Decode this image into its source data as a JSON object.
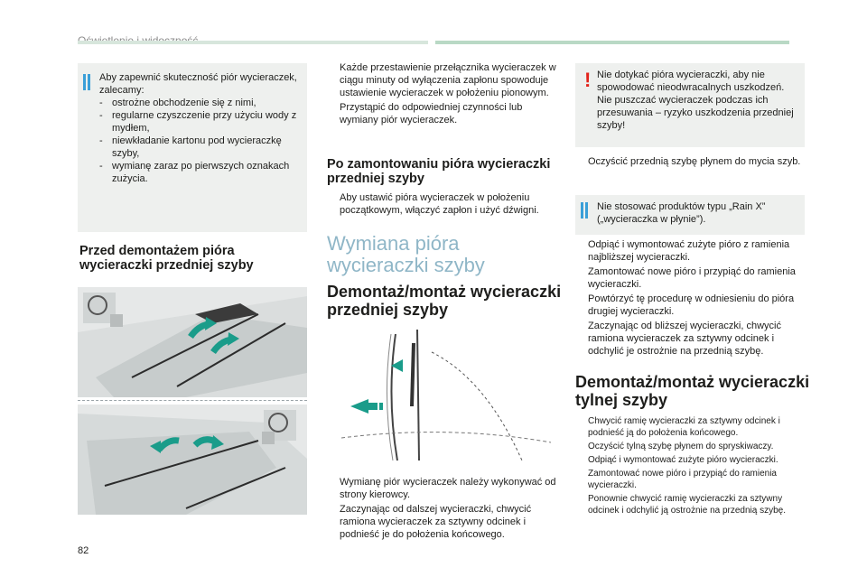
{
  "header": {
    "title": "Oświetlenie i widoczność",
    "accent": "#b9d9c5"
  },
  "page_number": "82",
  "tips_box": {
    "intro": "Aby zapewnić skuteczność piór wycieraczek, zalecamy:",
    "items": [
      "ostrożne obchodzenie się z nimi,",
      "regularne czyszczenie przy użyciu wody z mydłem,",
      "niewkładanie kartonu pod wycieraczkę szyby,",
      "wymianę zaraz po pierwszych oznakach zużycia."
    ]
  },
  "heading_before": "Przed demontażem pióra wycieraczki przedniej szyby",
  "col2_top": [
    "Każde przestawienie przełącznika wycieraczek w ciągu minuty od wyłączenia zapłonu spowoduje ustawienie wycieraczek w położeniu pionowym.",
    "Przystąpić do odpowiedniej czynności lub wymiany piór wycieraczek."
  ],
  "heading_after": "Po zamontowaniu pióra wycieraczki przedniej szyby",
  "col2_after": [
    "Aby ustawić pióra wycieraczek w położeniu początkowym, włączyć zapłon i użyć dźwigni."
  ],
  "heading_wymiana": "Wymiana pióra wycieraczki szyby",
  "heading_front": "Demontaż/montaż wycieraczki przedniej szyby",
  "col2_bottom": [
    "Wymianę piór wycieraczek należy wykonywać od strony kierowcy.",
    "Zaczynając od dalszej wycieraczki, chwycić ramiona wycieraczek za sztywny odcinek i podnieść je do położenia końcowego."
  ],
  "warning_box": "Nie dotykać pióra wycieraczki, aby nie spowodować nieodwracalnych uszkodzeń. Nie puszczać wycieraczek podczas ich przesuwania – ryzyko uszkodzenia przedniej szyby!",
  "col3_clean": [
    "Oczyścić przednią szybę płynem do mycia szyb."
  ],
  "info_box": "Nie stosować produktów typu „Rain X” („wycieraczka w płynie”).",
  "col3_steps": [
    "Odpiąć i wymontować zużyte pióro z ramienia najbliższej wycieraczki.",
    "Zamontować nowe pióro i przypiąć do ramienia wycieraczki.",
    "Powtórzyć tę procedurę w odniesieniu do pióra drugiej wycieraczki.",
    "Zaczynając od bliższej wycieraczki, chwycić ramiona wycieraczek za sztywny odcinek i odchylić je ostrożnie na przednią szybę."
  ],
  "heading_rear": "Demontaż/montaż wycieraczki tylnej szyby",
  "col3_rear": [
    "Chwycić ramię wycieraczki za sztywny odcinek i podnieść ją do położenia końcowego.",
    "Oczyścić tylną szybę płynem do spryskiwaczy.",
    "Odpiąć i wymontować zużyte pióro wycieraczki.",
    "Zamontować nowe pióro i przypiąć do ramienia wycieraczki.",
    "Ponownie chwycić ramię wycieraczki za sztywny odcinek i odchylić ją ostrożnie na przednią szybę."
  ],
  "bullet_glyph": "",
  "dash_glyph": "-"
}
